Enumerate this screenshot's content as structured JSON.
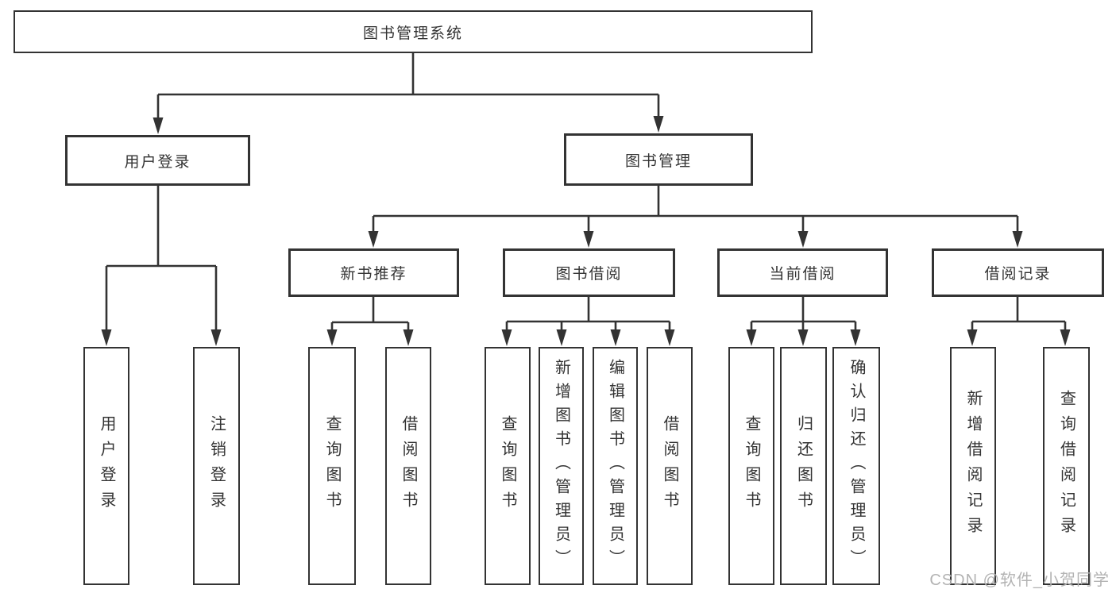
{
  "nodes": {
    "root": "图书管理系统",
    "user_login": "用户登录",
    "book_mgmt": "图书管理",
    "new_book_rec": "新书推荐",
    "book_borrow": "图书借阅",
    "current_borrow": "当前借阅",
    "borrow_record": "借阅记录",
    "leaf_user_login": "用户登录",
    "leaf_logout": "注销登录",
    "leaf_query_book_a": "查询图书",
    "leaf_borrow_book_a": "借阅图书",
    "leaf_query_book_b": "查询图书",
    "leaf_add_book": "新增图书（管理员）",
    "leaf_edit_book": "编辑图书（管理员）",
    "leaf_borrow_book_b": "借阅图书",
    "leaf_query_book_c": "查询图书",
    "leaf_return_book": "归还图书",
    "leaf_confirm_return": "确认归还（管理员）",
    "leaf_add_record": "新增借阅记录",
    "leaf_query_record": "查询借阅记录"
  },
  "tree": {
    "label": "图书管理系统",
    "children": [
      {
        "label": "用户登录",
        "children": [
          {
            "label": "用户登录"
          },
          {
            "label": "注销登录"
          }
        ]
      },
      {
        "label": "图书管理",
        "children": [
          {
            "label": "新书推荐",
            "children": [
              {
                "label": "查询图书"
              },
              {
                "label": "借阅图书"
              }
            ]
          },
          {
            "label": "图书借阅",
            "children": [
              {
                "label": "查询图书"
              },
              {
                "label": "新增图书（管理员）"
              },
              {
                "label": "编辑图书（管理员）"
              },
              {
                "label": "借阅图书"
              }
            ]
          },
          {
            "label": "当前借阅",
            "children": [
              {
                "label": "查询图书"
              },
              {
                "label": "归还图书"
              },
              {
                "label": "确认归还（管理员）"
              }
            ]
          },
          {
            "label": "借阅记录",
            "children": [
              {
                "label": "新增借阅记录"
              },
              {
                "label": "查询借阅记录"
              }
            ]
          }
        ]
      }
    ]
  },
  "watermark": "CSDN @软件_小贺同学",
  "colors": {
    "line": "#333333",
    "box_border": "#333333",
    "box_fill": "#ffffff",
    "text": "#333333",
    "watermark": "#b3b3b3",
    "background": "#ffffff"
  }
}
